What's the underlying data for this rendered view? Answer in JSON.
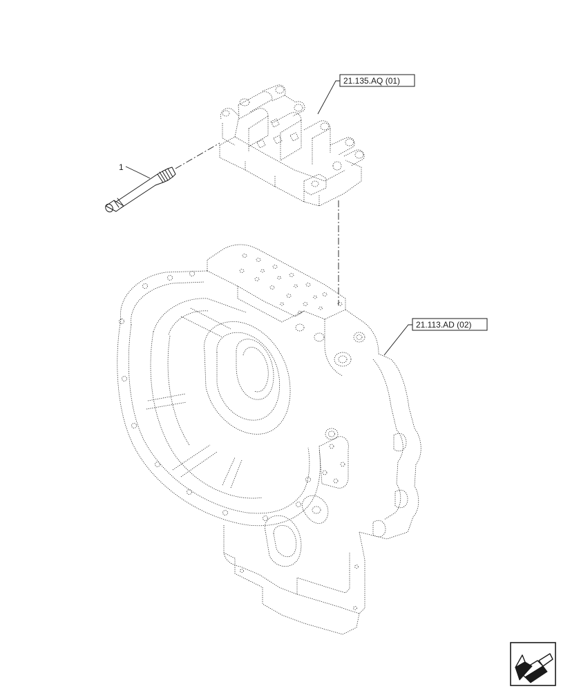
{
  "callouts": {
    "item_1": "1",
    "valve_ref": "21.135.AQ (01)",
    "housing_ref": "21.113.AD (02)"
  },
  "nav_icon": "next-page-arrow-icon"
}
